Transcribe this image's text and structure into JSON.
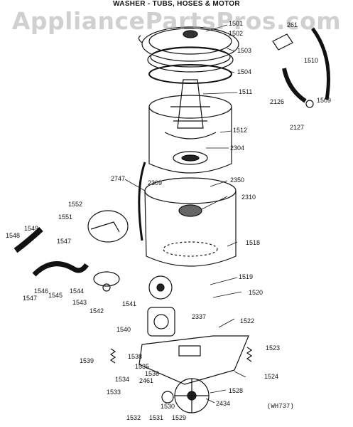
{
  "header": {
    "title": "WASHER - TUBS, HOSES & MOTOR"
  },
  "watermark": {
    "text": "AppliancePartsPros.com"
  },
  "drawing_code": "(WH737)",
  "part_labels": {
    "p1501": "1501",
    "p1502": "1502",
    "p1503": "1503",
    "p1504": "1504",
    "p1511": "1511",
    "p1512": "1512",
    "p2304": "2304",
    "p2261": "261",
    "p1510": "1510",
    "p2126": "2126",
    "p1509": "1509",
    "p2127": "2127",
    "p2747": "2747",
    "p2309": "2309",
    "p2350": "2350",
    "p2310": "2310",
    "p1552": "1552",
    "p1551": "1551",
    "p1549": "1549",
    "p1548": "1548",
    "p1547a": "1547",
    "p1518": "1518",
    "p1546": "1546",
    "p1547b": "1547",
    "p1545": "1545",
    "p1544": "1544",
    "p1543": "1543",
    "p1542": "1542",
    "p1541": "1541",
    "p1519": "1519",
    "p1520": "1520",
    "p2337": "2337",
    "p1540": "1540",
    "p1522": "1522",
    "p1523": "1523",
    "p1539": "1539",
    "p1538": "1538",
    "p1535": "1535",
    "p1536": "1536",
    "p1534": "1534",
    "p2461": "2461",
    "p1524": "1524",
    "p1533": "1533",
    "p1528": "1528",
    "p1530": "1530",
    "p2434": "2434",
    "p1532": "1532",
    "p1531": "1531",
    "p1529": "1529"
  }
}
